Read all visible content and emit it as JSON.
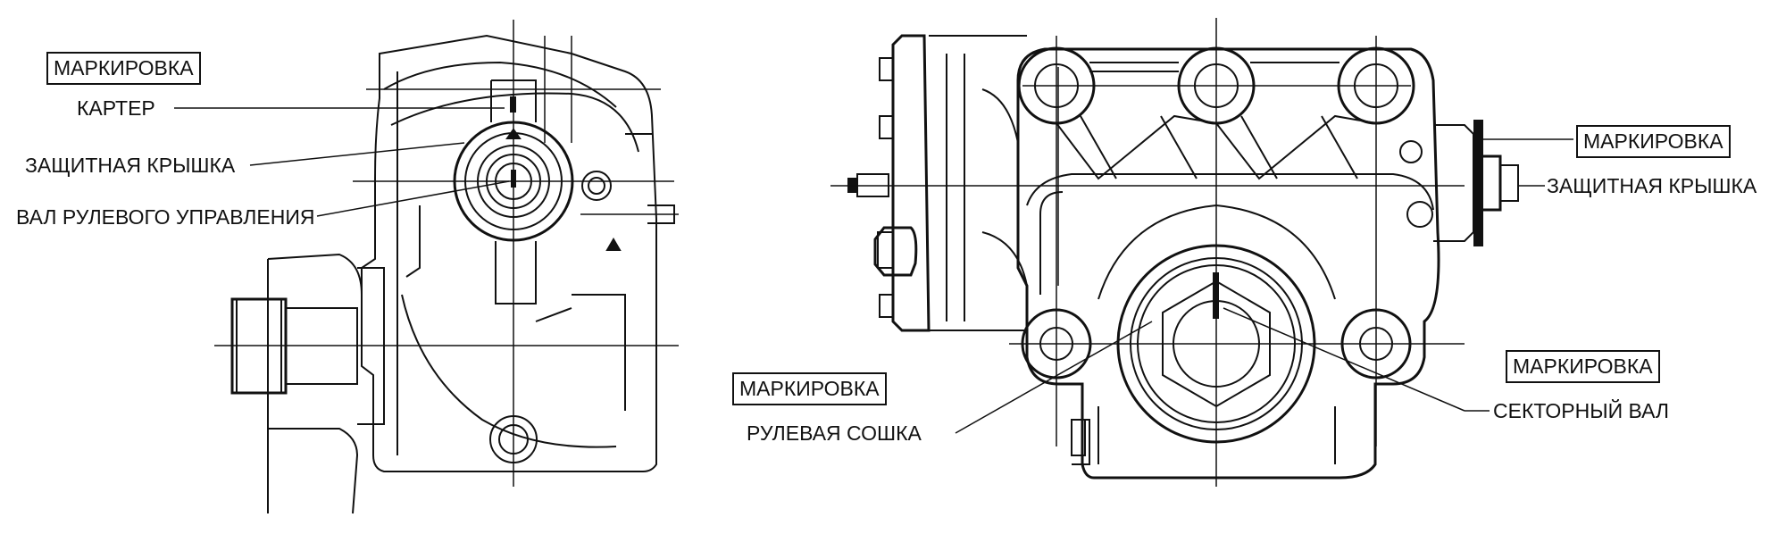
{
  "left_view": {
    "marking_box": "МАРКИРОВКА",
    "housing_label": "КАРТЕР",
    "cover_label": "ЗАЩИТНАЯ КРЫШКА",
    "shaft_label": "ВАЛ РУЛЕВОГО УПРАВЛЕНИЯ"
  },
  "right_view": {
    "marking_box_top": "МАРКИРОВКА",
    "cover_label": "ЗАЩИТНАЯ КРЫШКА",
    "marking_box_right": "МАРКИРОВКА",
    "sector_shaft_label": "СЕКТОРНЫЙ ВАЛ",
    "marking_box_left": "МАРКИРОВКА",
    "pitman_arm_label": "РУЛЕВАЯ СОШКА"
  },
  "colors": {
    "line": "#111111",
    "background": "#ffffff"
  }
}
